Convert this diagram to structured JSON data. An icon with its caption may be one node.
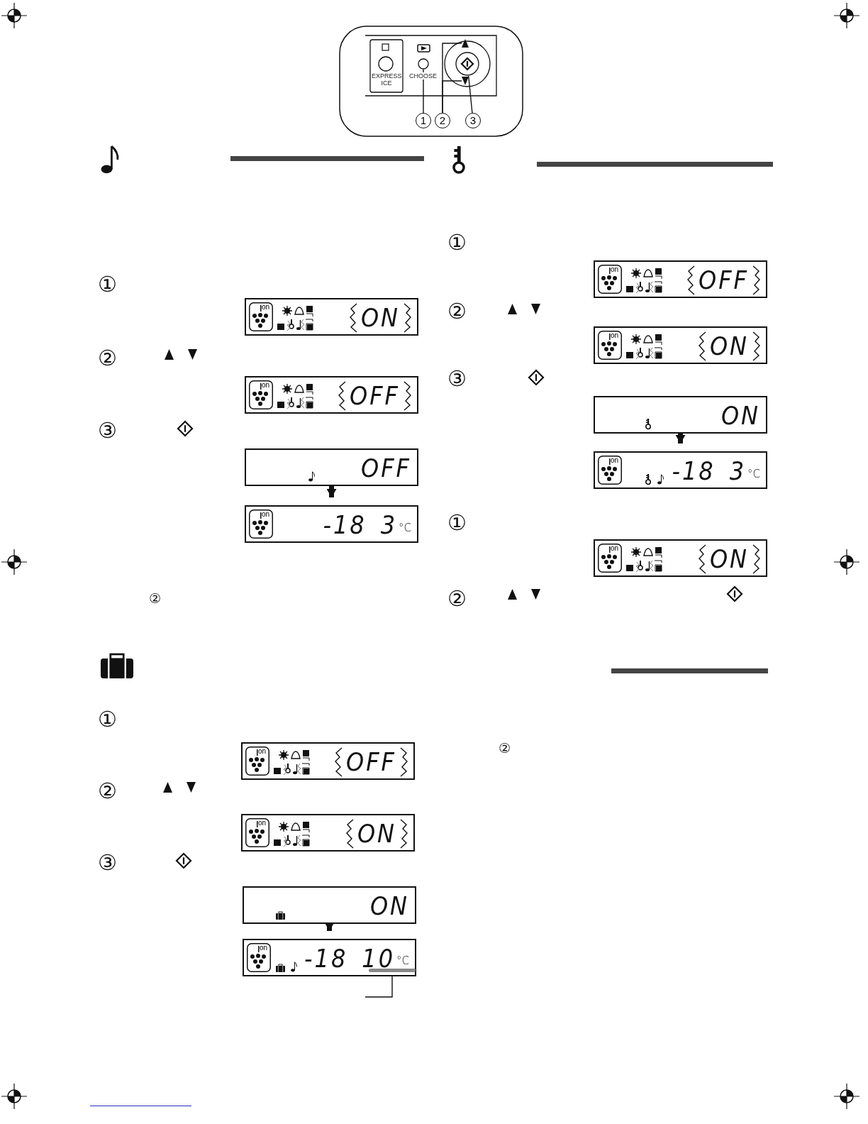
{
  "diagram": {
    "nodes": [
      {
        "text": [],
        "shape": "circle"
      },
      {
        "text": [],
        "shape": "triangle"
      },
      {
        "text": [],
        "shape": "triangle"
      },
      {
        "text": [],
        "shape": "circle"
      },
      {
        "text": [
          "1"
        ]
      },
      {
        "text": [
          "2"
        ]
      },
      {
        "text": [
          "3"
        ]
      },
      {
        "text": [
          "on",
          "ON"
        ]
      },
      {
        "text": [
          "on",
          "OFF"
        ]
      },
      {
        "text": [
          "OFF"
        ]
      },
      {
        "text": [
          "on",
          "-18",
          "3",
          "°C"
        ]
      },
      {
        "text": [
          "on",
          "OFF"
        ]
      },
      {
        "text": [
          "on",
          "ON"
        ]
      },
      {
        "text": [
          "ON"
        ]
      },
      {
        "text": [
          "on",
          "-18",
          "3",
          "°C"
        ]
      },
      {
        "text": [
          "on",
          "ON"
        ]
      },
      {
        "text": [
          "on",
          "OFF"
        ]
      },
      {
        "text": [
          "on",
          "ON"
        ]
      },
      {
        "text": [
          "ON"
        ]
      },
      {
        "text": [
          "on",
          "-18",
          "10",
          "°C"
        ]
      },
      {
        "text": [],
        "shape": "bar",
        "in": 19
      }
    ],
    "edges": [
      {
        "from": 4,
        "to": 0,
        "arrow": "none"
      },
      {
        "from": 5,
        "to": 1,
        "arrow": "none"
      },
      {
        "from": 5,
        "to": 2,
        "arrow": "none"
      },
      {
        "from": 6,
        "to": 3,
        "arrow": "none"
      },
      {
        "from": 9,
        "to": 10,
        "arrow": "to",
        "style": "thick"
      },
      {
        "from": 13,
        "to": 14,
        "arrow": "to",
        "style": "thick"
      },
      {
        "from": 18,
        "to": 19,
        "arrow": "to",
        "style": "thick"
      },
      {
        "from": null,
        "to": 20,
        "arrow": "none"
      }
    ],
    "labels": [
      "EXPRESS ICE",
      "CHOOSE",
      "①",
      "②",
      "③",
      "②",
      "①",
      "②",
      "③",
      "①",
      "②",
      "③",
      "①",
      "②",
      "②"
    ]
  }
}
